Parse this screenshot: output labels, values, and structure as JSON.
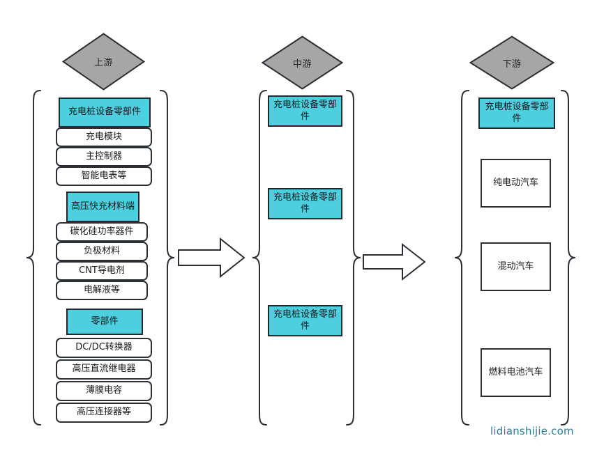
{
  "colors": {
    "cyan_fill": "#4ecfe0",
    "diamond_fill": "#a6a6a6",
    "stroke": "#2b2f33",
    "watermark": "#2b7f95",
    "background": "#ffffff"
  },
  "stages": {
    "upstream": {
      "label": "上游"
    },
    "midstream": {
      "label": "中游"
    },
    "downstream": {
      "label": "下游"
    }
  },
  "upstream_column": {
    "groups": [
      {
        "header": "充电桩设备零部件",
        "items": [
          "充电模块",
          "主控制器",
          "智能电表等"
        ]
      },
      {
        "header": "高压快充材料端",
        "items": [
          "碳化硅功率器件",
          "负极材料",
          "CNT导电剂",
          "电解液等"
        ]
      },
      {
        "header": "零部件",
        "items": [
          "DC/DC转换器",
          "高压直流继电器",
          "薄膜电容",
          "高压连接器等"
        ]
      }
    ]
  },
  "midstream_column": {
    "boxes": [
      "充电桩设备零部件",
      "充电桩设备零部件",
      "充电桩设备零部件"
    ]
  },
  "downstream_column": {
    "header": "充电桩设备零部件",
    "boxes": [
      "纯电动汽车",
      "混动汽车",
      "燃料电池汽车"
    ]
  },
  "arrows": [
    {
      "name": "upstream-to-midstream"
    },
    {
      "name": "midstream-to-downstream"
    }
  ],
  "watermark": {
    "text": "lidianshijie.com"
  }
}
